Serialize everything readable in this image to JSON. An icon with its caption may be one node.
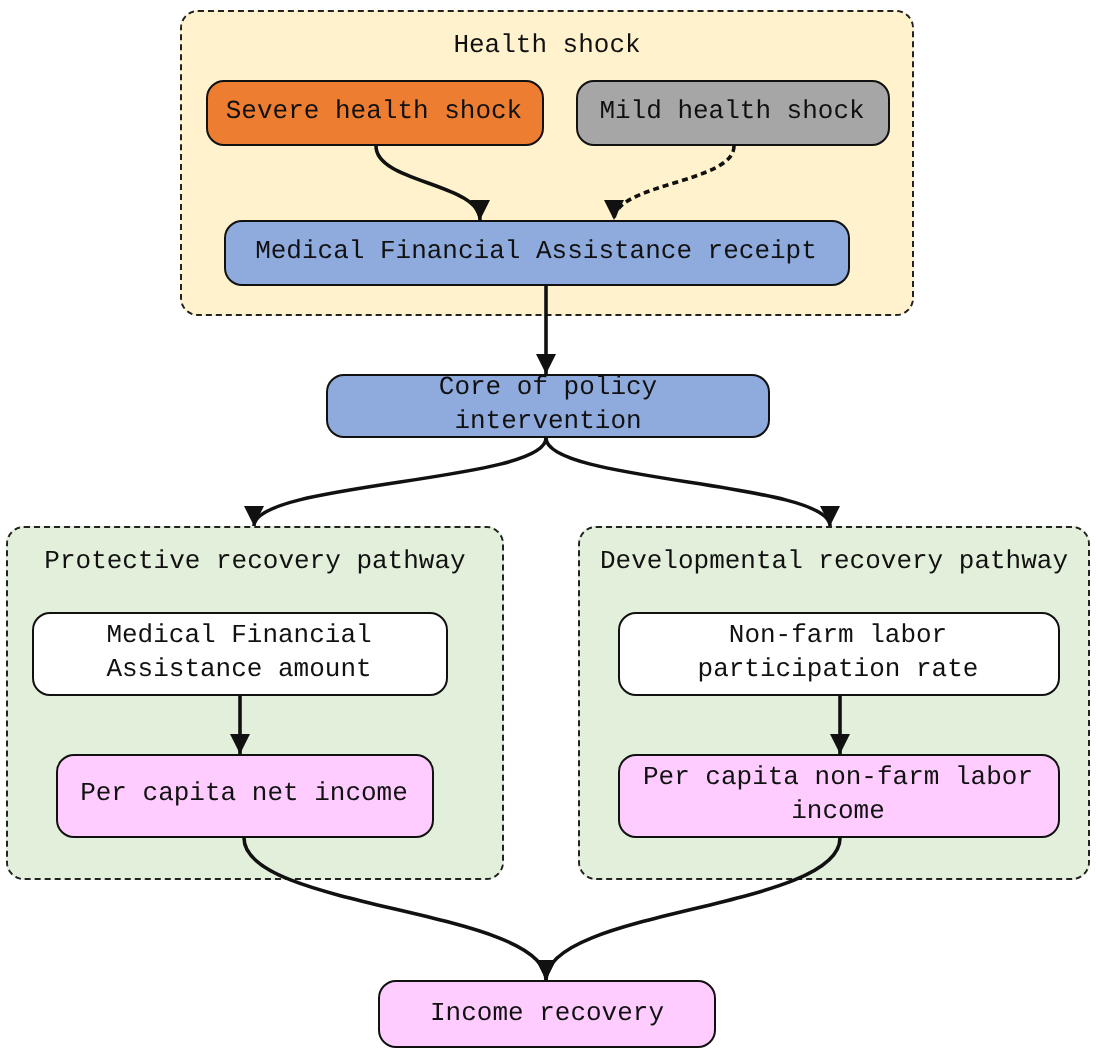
{
  "diagram": {
    "nodes": [
      {
        "text": [
          "Health shock"
        ]
      },
      {
        "text": [
          "Severe health shock"
        ],
        "in": 0
      },
      {
        "text": [
          "Mild health shock"
        ],
        "in": 0
      },
      {
        "text": [
          "Medical Financial Assistance receipt"
        ],
        "in": 0
      },
      {
        "text": [
          "Core of policy intervention"
        ]
      },
      {
        "text": [
          "Protective recovery pathway"
        ]
      },
      {
        "text": [
          "Medical Financial Assistance amount"
        ],
        "in": 5
      },
      {
        "text": [
          "Per capita net income"
        ],
        "in": 5
      },
      {
        "text": [
          "Developmental recovery pathway"
        ]
      },
      {
        "text": [
          "Non-farm labor participation rate"
        ],
        "in": 8
      },
      {
        "text": [
          "Per capita non-farm labor income"
        ],
        "in": 8
      },
      {
        "text": [
          "Income recovery"
        ]
      }
    ],
    "edges": [
      {
        "from": 1,
        "to": 3,
        "arrow": "to"
      },
      {
        "from": 2,
        "to": 3,
        "arrow": "to",
        "style": "dashed"
      },
      {
        "from": 3,
        "to": 4,
        "arrow": "to"
      },
      {
        "from": 4,
        "to": 5,
        "arrow": "to"
      },
      {
        "from": 4,
        "to": 8,
        "arrow": "to"
      },
      {
        "from": 6,
        "to": 7,
        "arrow": "to"
      },
      {
        "from": 9,
        "to": 10,
        "arrow": "to"
      },
      {
        "from": 7,
        "to": 11,
        "arrow": "to"
      },
      {
        "from": 10,
        "to": 11,
        "arrow": "to"
      }
    ]
  }
}
